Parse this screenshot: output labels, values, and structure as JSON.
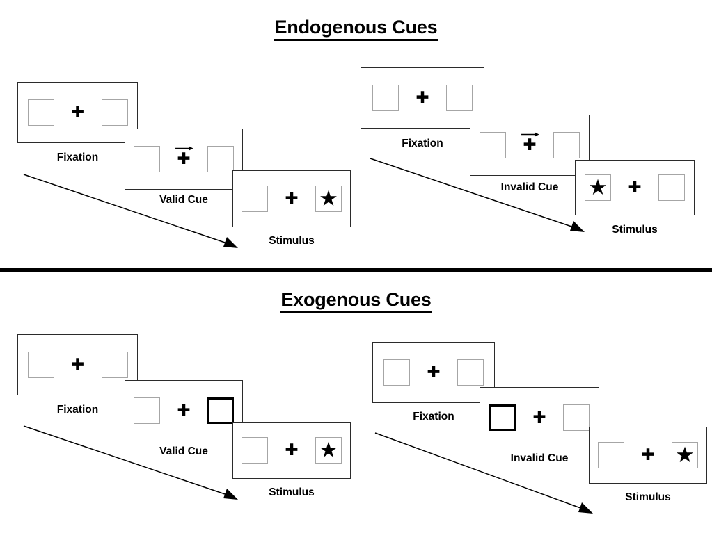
{
  "figure": {
    "title_endogenous": "Endogenous Cues",
    "title_exogenous": "Exogenous Cues"
  },
  "icons": {
    "fixation_cross": "✚",
    "star": "★",
    "arrow_cue": "right-arrow-cue-icon",
    "flow_arrow": "diagonal-flow-arrow-icon"
  },
  "colors": {
    "ink": "#000000",
    "panel_border": "#2b2b2b",
    "box_border": "#a6a6a6",
    "cued_box_border": "#000000",
    "background": "#ffffff",
    "divider": "#000000"
  },
  "sections": [
    {
      "id": "endogenous",
      "title": "Endogenous Cues",
      "columns": [
        {
          "id": "endogenous-valid",
          "condition": "valid",
          "panels": [
            {
              "label": "Fixation",
              "left_box": {
                "cued": false,
                "star": false
              },
              "right_box": {
                "cued": false,
                "star": false
              },
              "arrow_cue": false
            },
            {
              "label": "Valid Cue",
              "left_box": {
                "cued": false,
                "star": false
              },
              "right_box": {
                "cued": false,
                "star": false
              },
              "arrow_cue": true
            },
            {
              "label": "Stimulus",
              "left_box": {
                "cued": false,
                "star": false
              },
              "right_box": {
                "cued": false,
                "star": true
              },
              "arrow_cue": false
            }
          ]
        },
        {
          "id": "endogenous-invalid",
          "condition": "invalid",
          "panels": [
            {
              "label": "Fixation",
              "left_box": {
                "cued": false,
                "star": false
              },
              "right_box": {
                "cued": false,
                "star": false
              },
              "arrow_cue": false
            },
            {
              "label": "Invalid Cue",
              "left_box": {
                "cued": false,
                "star": false
              },
              "right_box": {
                "cued": false,
                "star": false
              },
              "arrow_cue": true
            },
            {
              "label": "Stimulus",
              "left_box": {
                "cued": false,
                "star": true
              },
              "right_box": {
                "cued": false,
                "star": false
              },
              "arrow_cue": false
            }
          ]
        }
      ]
    },
    {
      "id": "exogenous",
      "title": "Exogenous Cues",
      "columns": [
        {
          "id": "exogenous-valid",
          "condition": "valid",
          "panels": [
            {
              "label": "Fixation",
              "left_box": {
                "cued": false,
                "star": false
              },
              "right_box": {
                "cued": false,
                "star": false
              },
              "arrow_cue": false
            },
            {
              "label": "Valid Cue",
              "left_box": {
                "cued": false,
                "star": false
              },
              "right_box": {
                "cued": true,
                "star": false
              },
              "arrow_cue": false
            },
            {
              "label": "Stimulus",
              "left_box": {
                "cued": false,
                "star": false
              },
              "right_box": {
                "cued": false,
                "star": true
              },
              "arrow_cue": false
            }
          ]
        },
        {
          "id": "exogenous-invalid",
          "condition": "invalid",
          "panels": [
            {
              "label": "Fixation",
              "left_box": {
                "cued": false,
                "star": false
              },
              "right_box": {
                "cued": false,
                "star": false
              },
              "arrow_cue": false
            },
            {
              "label": "Invalid Cue",
              "left_box": {
                "cued": true,
                "star": false
              },
              "right_box": {
                "cued": false,
                "star": false
              },
              "arrow_cue": false
            },
            {
              "label": "Stimulus",
              "left_box": {
                "cued": false,
                "star": false
              },
              "right_box": {
                "cued": false,
                "star": true
              },
              "arrow_cue": false
            }
          ]
        }
      ]
    }
  ]
}
